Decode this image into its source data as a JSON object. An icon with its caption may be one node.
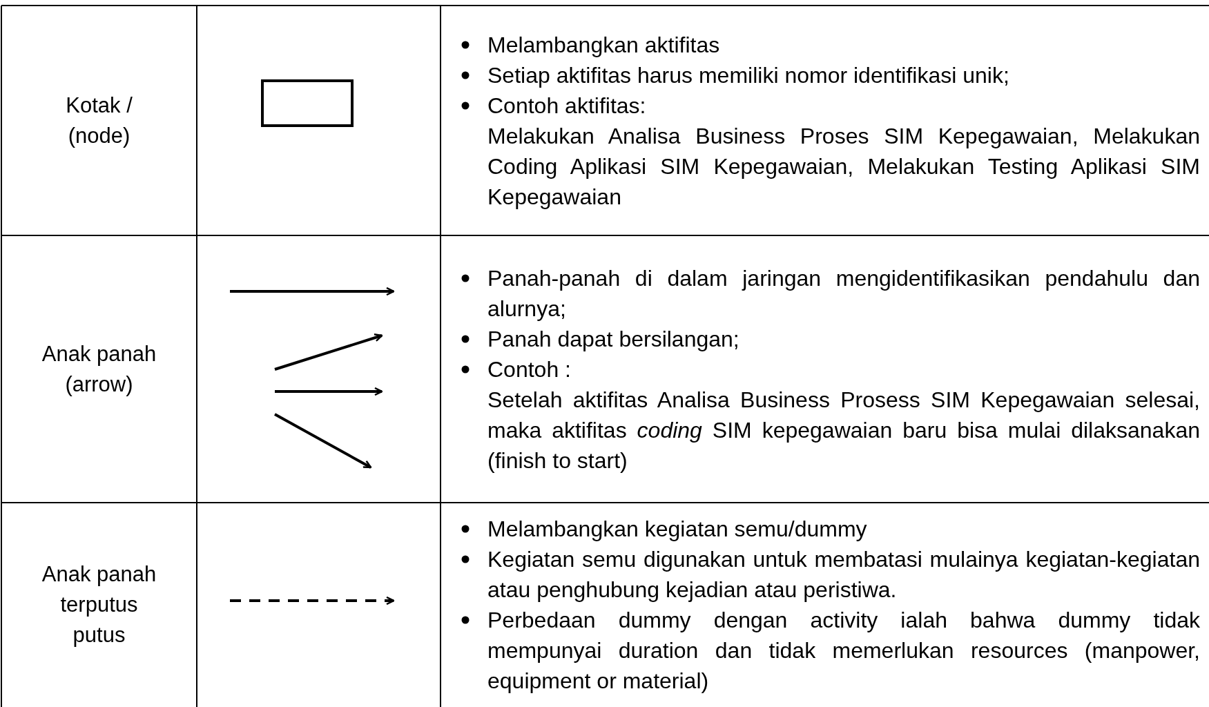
{
  "diagram": {
    "nodes": [
      {
        "text": [],
        "shape": "box"
      }
    ],
    "labels": [
      "Kotak / (node)",
      "Melambangkan aktifitas",
      "Setiap aktifitas harus memiliki nomor identifikasi unik;",
      "Contoh aktifitas:",
      "Melakukan Analisa Business Proses SIM Kepegawaian, Melakukan Coding Aplikasi SIM Kepegawaian, Melakukan Testing Aplikasi SIM Kepegawaian",
      "Anak panah (arrow)",
      "Panah-panah di dalam jaringan mengidentifikasikan pendahulu dan alurnya;",
      "Panah dapat bersilangan;",
      "Contoh :",
      "Setelah aktifitas Analisa Business Prosess SIM Kepegawaian selesai, maka aktifitas *coding* SIM kepegawaian baru bisa mulai dilaksanakan (finish to start)",
      "Anak panah terputus putus",
      "Melambangkan kegiatan semu/dummy",
      "Kegiatan semu digunakan untuk membatasi mulainya kegiatan-kegiatan atau penghubung kejadian atau peristiwa.",
      "Perbedaan dummy dengan activity ialah bahwa dummy tidak mempunyai duration dan tidak memerlukan resources (manpower, equipment or material)"
    ]
  }
}
